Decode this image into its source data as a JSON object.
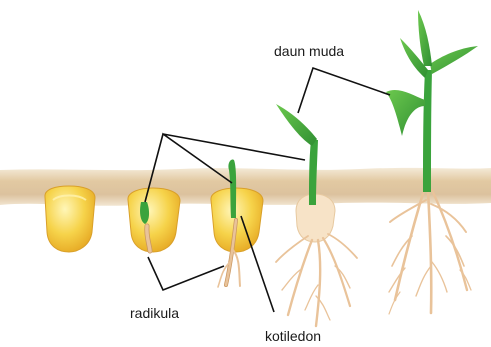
{
  "labels": {
    "young_leaf": "daun muda",
    "radicle": "radikula",
    "cotyledon": "kotiledon"
  },
  "colors": {
    "soil": "#dcc29e",
    "kernel": "#f6d34a",
    "seedling_green": "#3aa33c",
    "root": "#e9c39a"
  }
}
